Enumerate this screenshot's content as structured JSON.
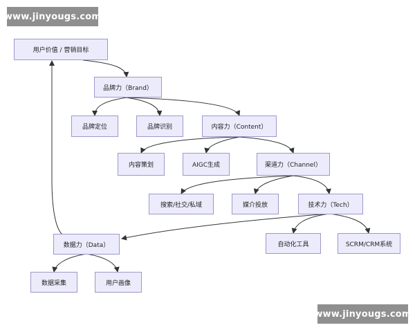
{
  "watermark": "www.jinyougs.com",
  "colors": {
    "node_fill": "#ecebfb",
    "node_border": "#9c97cc",
    "edge": "#333333",
    "watermark_bg": "#8f8f8f"
  },
  "nodes": {
    "user_value": "用户价值 / 营销目标",
    "brand": "品牌力（Brand）",
    "brand_position": "品牌定位",
    "brand_identity": "品牌识别",
    "content": "内容力（Content）",
    "content_planning": "内容策划",
    "aigc": "AIGC生成",
    "channel": "渠道力（Channel）",
    "search_social": "搜索/社交/私域",
    "media_buying": "媒介投放",
    "tech": "技术力（Tech）",
    "automation": "自动化工具",
    "scrm": "SCRM/CRM系统",
    "data": "数据力（Data）",
    "data_collection": "数据采集",
    "user_profile": "用户画像"
  }
}
